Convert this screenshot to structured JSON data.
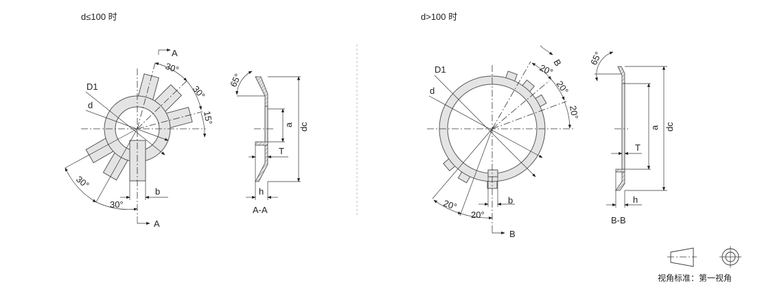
{
  "left": {
    "caption": "d≤100 时",
    "section_label": "A",
    "section_title": "A-A",
    "labels": {
      "D1": "D1",
      "d": "d",
      "b": "b",
      "a": "a",
      "dc": "dc",
      "T": "T",
      "h": "h"
    },
    "angles": [
      "30°",
      "30°",
      "15°",
      "30°",
      "30°",
      "65°"
    ]
  },
  "right": {
    "caption": "d>100 时",
    "section_label": "B",
    "section_title": "B-B",
    "labels": {
      "D1": "D1",
      "d": "d",
      "b": "b",
      "a": "a",
      "dc": "dc",
      "T": "T",
      "h": "h"
    },
    "angles": [
      "20°",
      "20°",
      "20°",
      "20°",
      "20°",
      "65°"
    ]
  },
  "legend": {
    "text": "视角标准：第一视角"
  }
}
